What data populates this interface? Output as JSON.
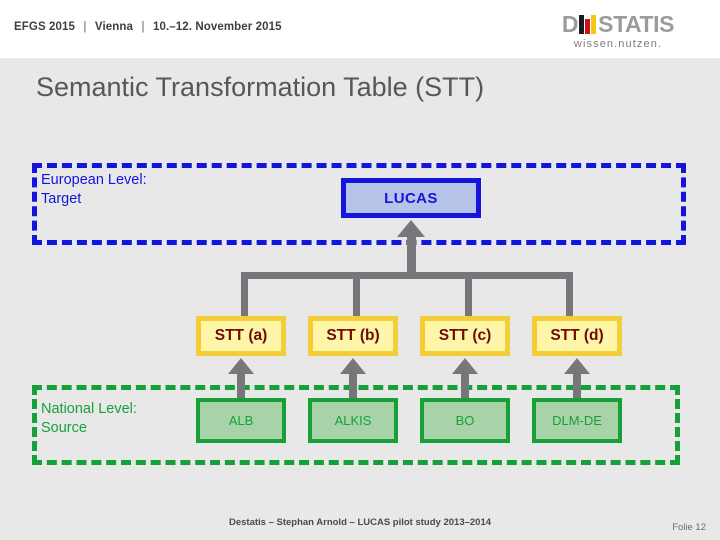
{
  "header": {
    "event": "EFGS 2015",
    "location": "Vienna",
    "dates": "10.–12. November 2015",
    "separator": "|",
    "logo": {
      "wordmark_start": "D",
      "wordmark_end": "STATIS",
      "tagline": "wissen.nutzen.",
      "flag_colors": [
        "#1a1a1a",
        "#cc1122",
        "#f5c518"
      ]
    }
  },
  "title": "Semantic Transformation Table (STT)",
  "diagram": {
    "european_zone": {
      "label_line1": "European Level:",
      "label_line2": "Target",
      "color": "#1414dc"
    },
    "national_zone": {
      "label_line1": "National Level:",
      "label_line2": "Source",
      "color": "#17a03a"
    },
    "target_node": {
      "label": "LUCAS",
      "fill": "#b5c3e8",
      "border": "#1414dc",
      "text": "#1414dc"
    },
    "transform_nodes": [
      {
        "label": "STT (a)"
      },
      {
        "label": "STT (b)"
      },
      {
        "label": "STT (c)"
      },
      {
        "label": "STT (d)"
      }
    ],
    "transform_style": {
      "fill": "#fdf5a8",
      "border": "#f5cd38",
      "text": "#6e0a0a"
    },
    "source_nodes": [
      {
        "label": "ALB"
      },
      {
        "label": "ALKIS"
      },
      {
        "label": "BO"
      },
      {
        "label": "DLM-DE"
      }
    ],
    "source_style": {
      "fill": "#a8d3a8",
      "border": "#17a03a",
      "text": "#17a03a"
    },
    "connector_color": "#77777b"
  },
  "footer": {
    "credit": "Destatis – Stephan Arnold – LUCAS pilot study 2013–2014",
    "slide_number": "Folie 12"
  }
}
